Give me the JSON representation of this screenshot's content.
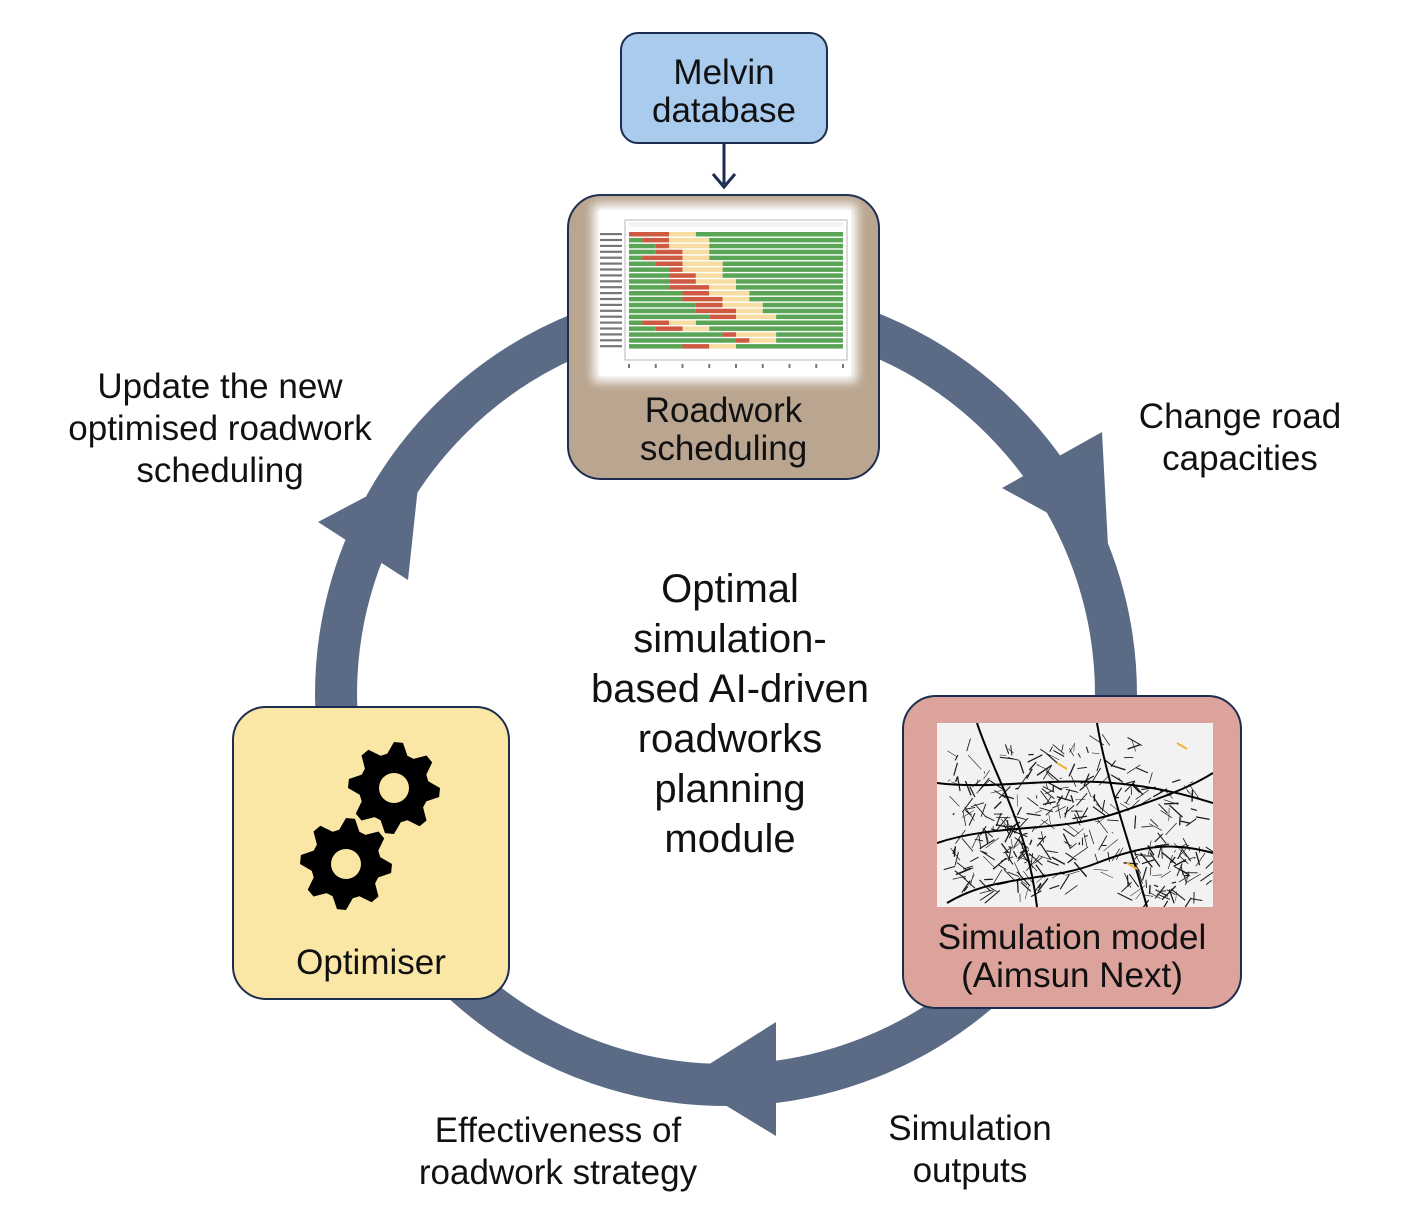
{
  "colors": {
    "cycle_arrow": "#5b6b85",
    "database_fill": "#a9cbee",
    "scheduling_fill": "#b9a590",
    "optimiser_fill": "#fae7a6",
    "simulation_fill": "#dca39c",
    "box_border": "#1d2d4f",
    "gantt_open": "#5aa656",
    "gantt_closed": "#cf5a42",
    "gantt_partial": "#f7dda1"
  },
  "nodes": {
    "database": {
      "line1": "Melvin",
      "line2": "database"
    },
    "scheduling": {
      "line1": "Roadwork",
      "line2": "scheduling",
      "thumbnail": "roadwork-schedule-gantt-chart"
    },
    "simulation": {
      "line1": "Simulation model",
      "line2": "(Aimsun Next)",
      "thumbnail": "road-network-map"
    },
    "optimiser": {
      "label": "Optimiser",
      "icon": "gears-icon"
    }
  },
  "edges": {
    "change_capacities": {
      "line1": "Change road",
      "line2": "capacities"
    },
    "simulation_outputs": {
      "line1": "Simulation",
      "line2": "outputs"
    },
    "effectiveness": {
      "line1": "Effectiveness of",
      "line2": "roadwork strategy"
    },
    "update": {
      "line1": "Update the new",
      "line2": "optimised roadwork",
      "line3": "scheduling"
    }
  },
  "center": {
    "line1": "Optimal",
    "line2": "simulation-",
    "line3": "based AI-driven",
    "line4": "roadworks",
    "line5": "planning",
    "line6": "module"
  }
}
